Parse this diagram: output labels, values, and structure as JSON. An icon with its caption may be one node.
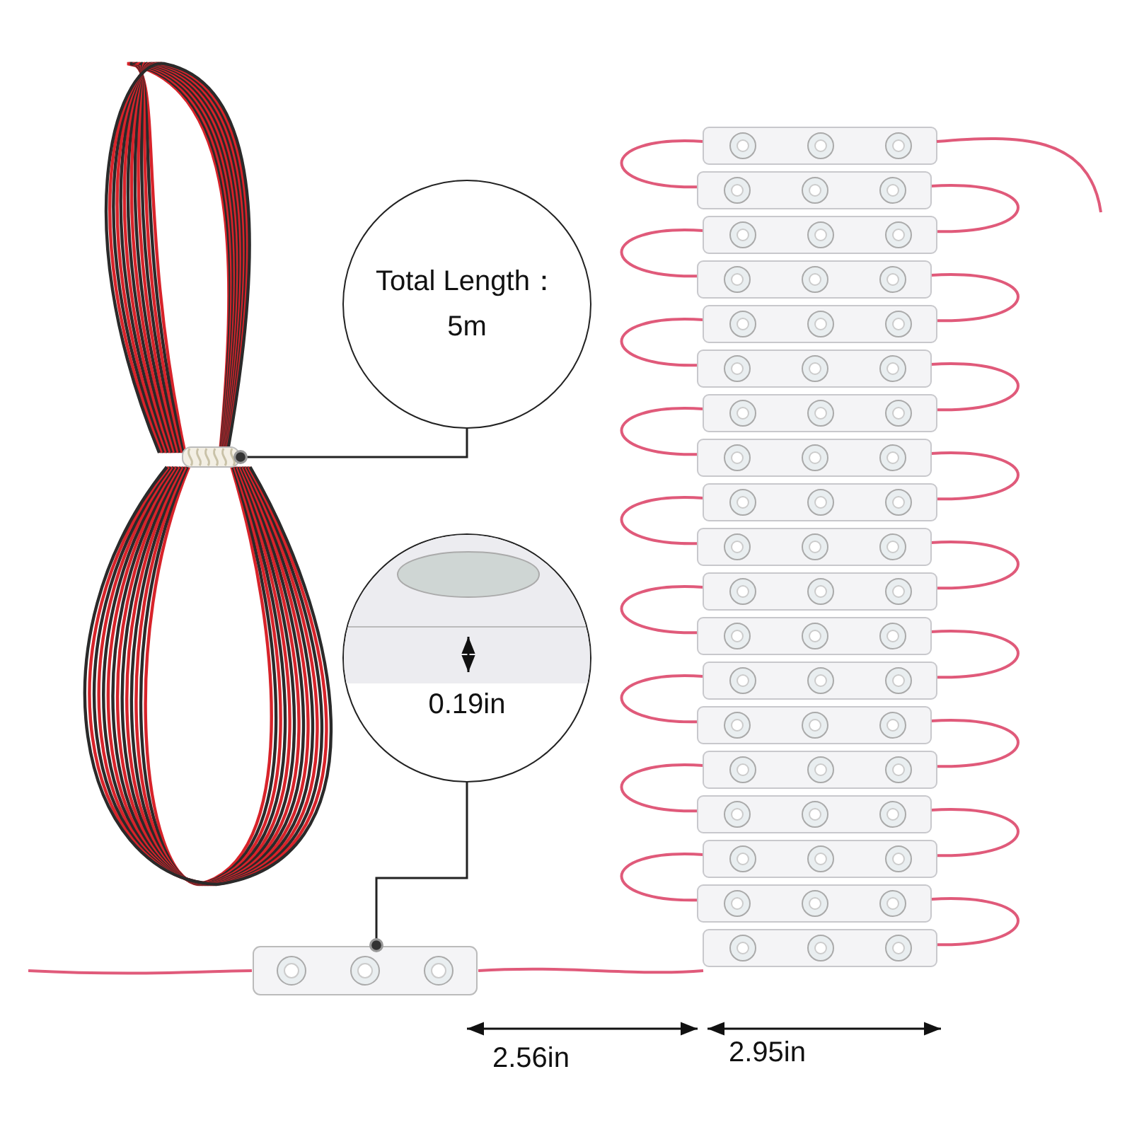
{
  "diagram": {
    "nodes": [
      {
        "text": [
          "Total Length：",
          "5m"
        ]
      },
      {
        "text": [],
        "shape": "picture"
      },
      {
        "text": [
          "0.19in"
        ]
      },
      {
        "text": [],
        "shape": "picture"
      }
    ],
    "edges": [
      {
        "from": 0,
        "to": 1,
        "arrow": "other"
      },
      {
        "from": 2,
        "to": 3,
        "arrow": "other"
      }
    ],
    "labels": [
      "2.56in",
      "2.95in"
    ]
  }
}
